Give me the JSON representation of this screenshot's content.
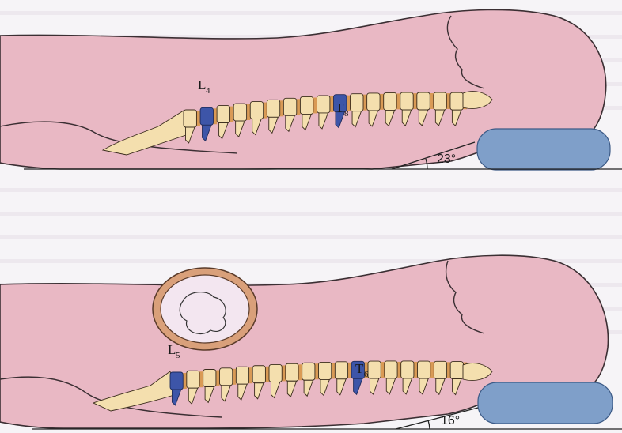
{
  "panels": [
    {
      "id": "top",
      "vertebra_lower": {
        "letter": "L",
        "number": "4"
      },
      "vertebra_upper": {
        "letter": "T",
        "number": "8"
      },
      "angle": "23°"
    },
    {
      "id": "bottom",
      "vertebra_lower": {
        "letter": "L",
        "number": "5"
      },
      "vertebra_upper": {
        "letter": "T",
        "number": "6"
      },
      "angle": "16°"
    }
  ],
  "colors": {
    "body_fill": "#e9b8c4",
    "body_stroke": "#3b2f33",
    "bone_fill": "#f4dfae",
    "bone_stroke": "#3a2c1c",
    "disc_fill": "#d99a55",
    "highlight_vertebra": "#3d55a8",
    "pillow_fill": "#7f9fc9",
    "pillow_stroke": "#3c5a86",
    "ring_fill": "#d9a07a"
  }
}
